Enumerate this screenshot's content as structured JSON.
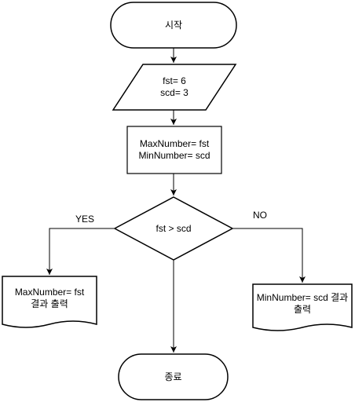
{
  "nodes": {
    "start": {
      "label": "시작"
    },
    "input": {
      "line1": "fst= 6",
      "line2": "scd= 3"
    },
    "init": {
      "line1": "MaxNumber= fst",
      "line2": "MinNumber= scd"
    },
    "decision": {
      "label": "fst > scd"
    },
    "out_yes": {
      "line1": "MaxNumber= fst",
      "line2": "결과 출력"
    },
    "out_no": {
      "line1": "MinNumber= scd 결과",
      "line2": "출력"
    },
    "end": {
      "label": "종료"
    }
  },
  "edges": {
    "yes_label": "YES",
    "no_label": "NO"
  }
}
